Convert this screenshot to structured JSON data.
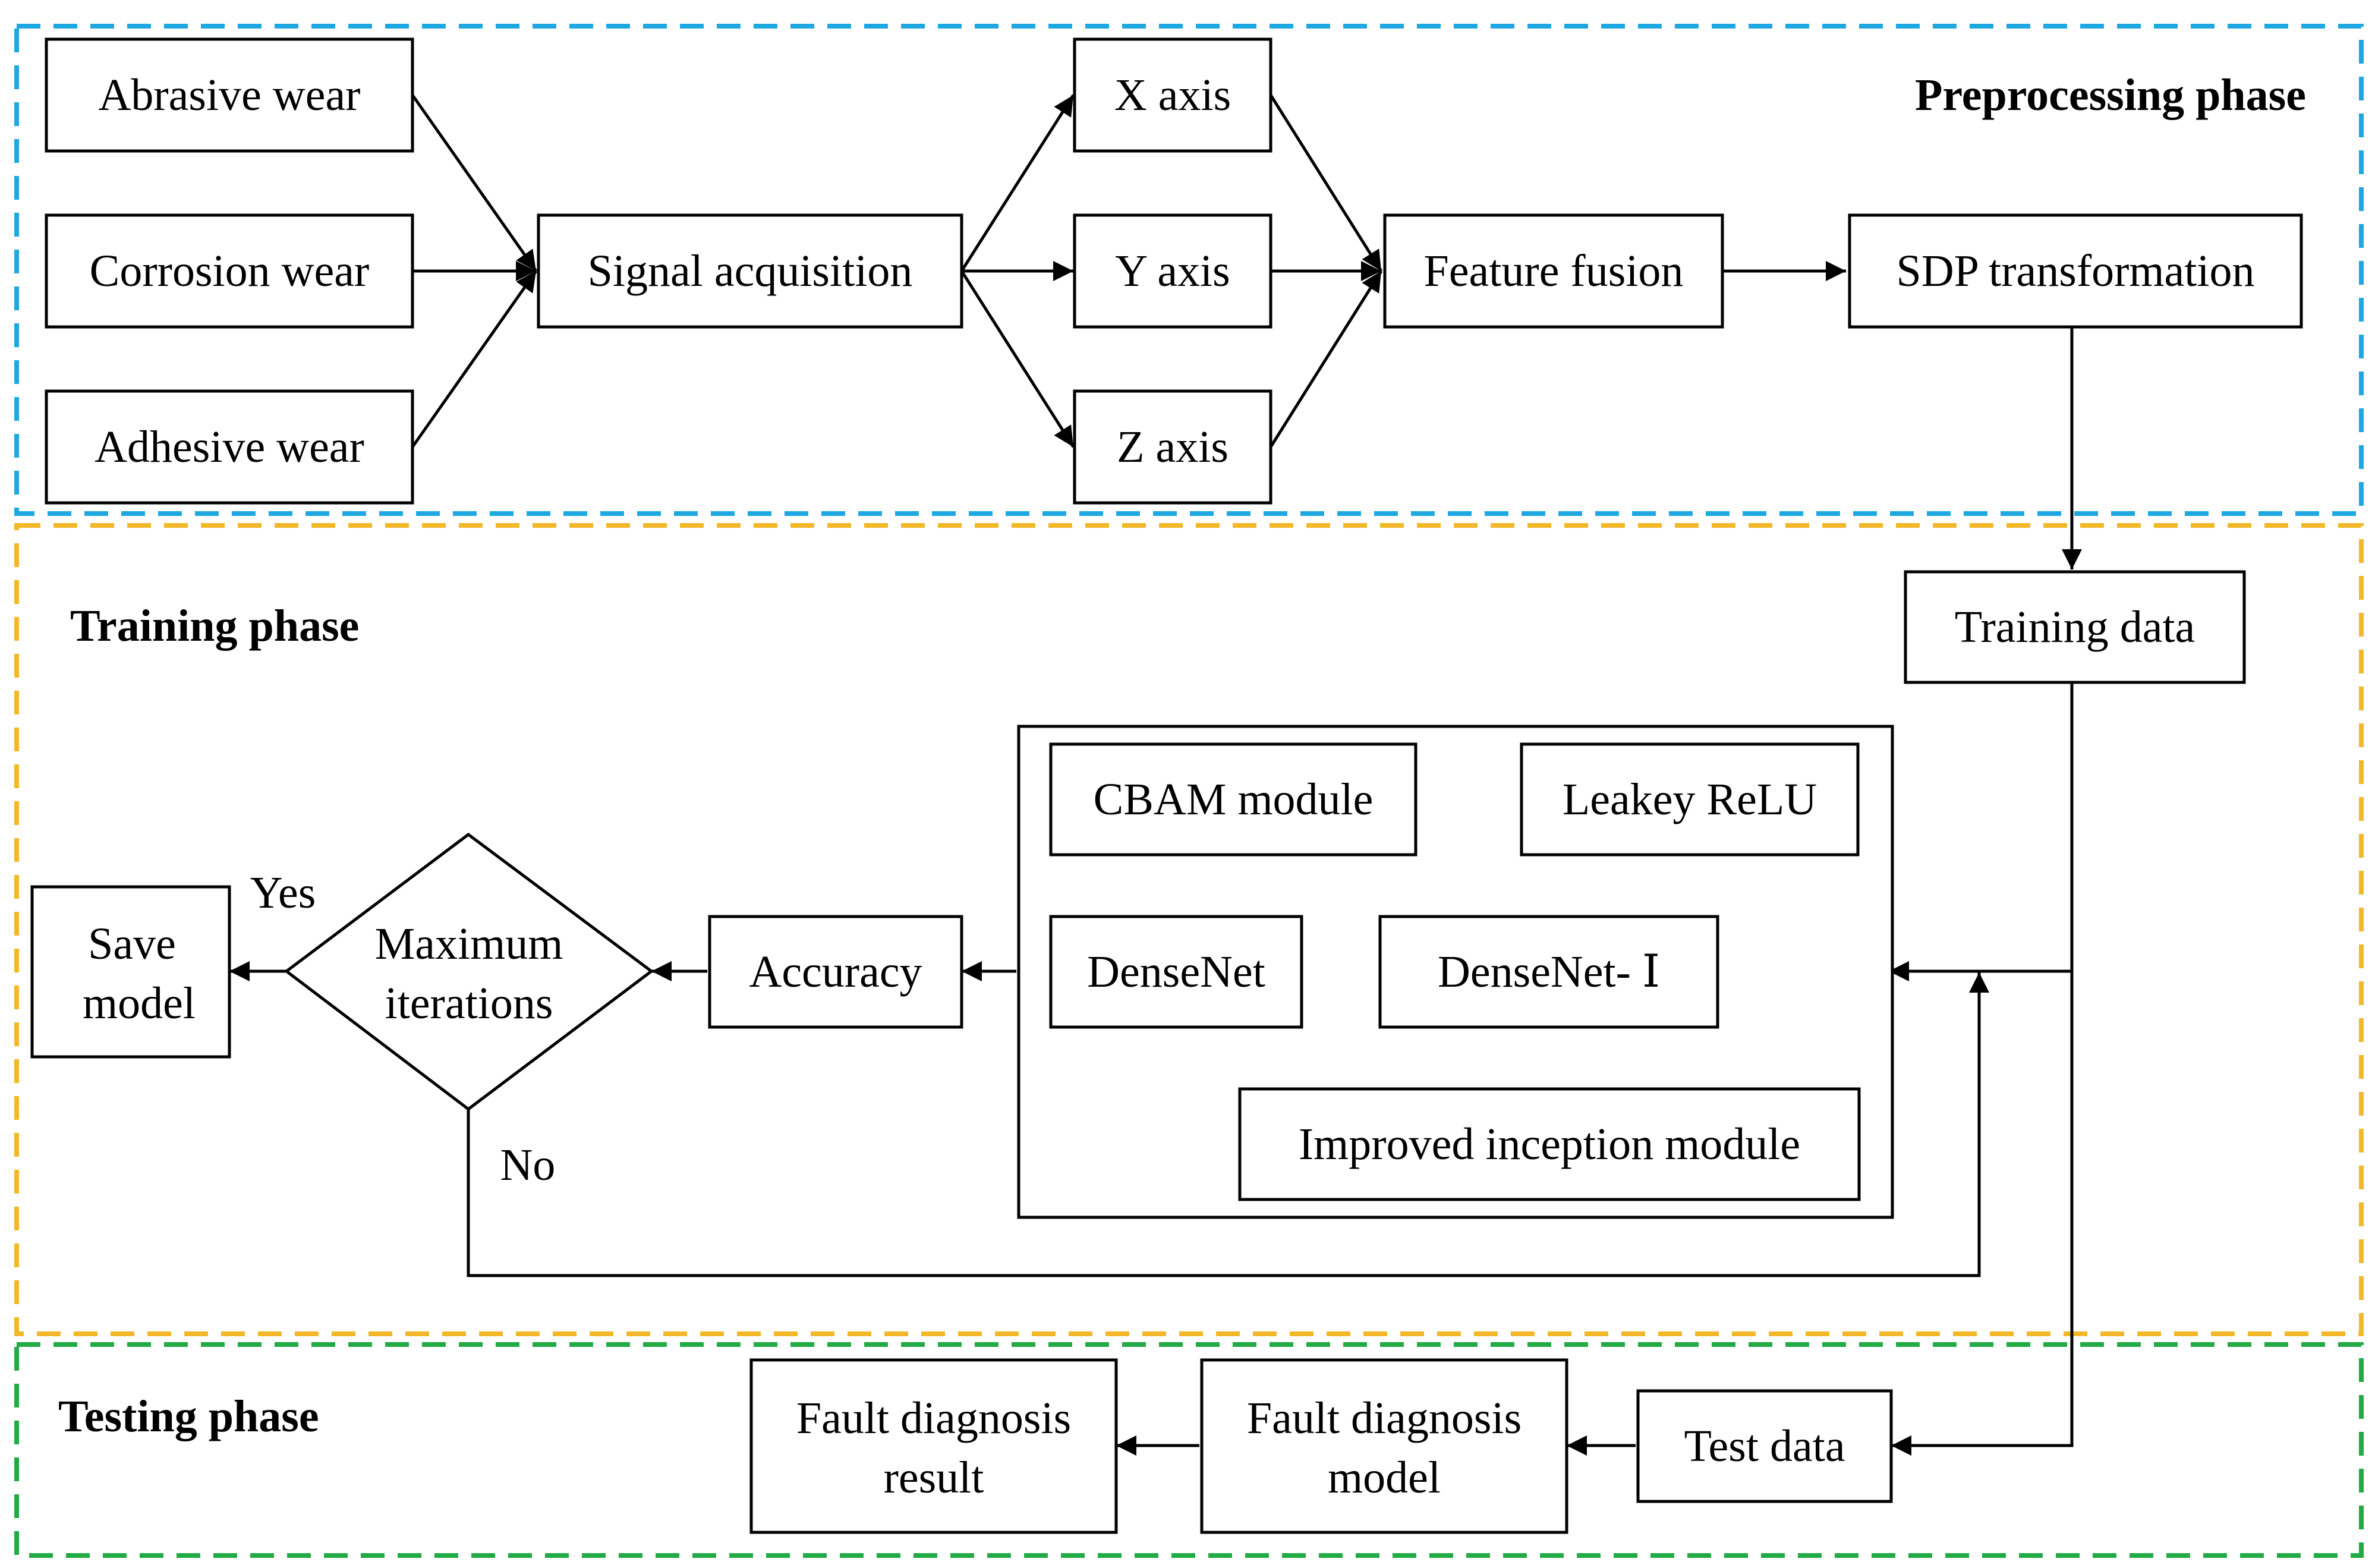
{
  "phases": {
    "preprocessing": "Preprocessing phase",
    "training": "Training phase",
    "testing": "Testing phase"
  },
  "phase_colors": {
    "preprocessing": "#1EA7E1",
    "training": "#F2B82A",
    "testing": "#22AA44"
  },
  "nodes": {
    "abrasive_wear": "Abrasive wear",
    "corrosion_wear": "Corrosion wear",
    "adhesive_wear": "Adhesive wear",
    "signal_acquisition": "Signal acquisition",
    "x_axis": "X axis",
    "y_axis": "Y axis",
    "z_axis": "Z axis",
    "feature_fusion": "Feature fusion",
    "sdp_transformation": "SDP transformation",
    "training_data": "Training data",
    "cbam_module": "CBAM module",
    "leakey_relu": "Leakey ReLU",
    "densenet": "DenseNet",
    "densenet_i": "DenseNet- Ⅰ",
    "improved_inception": "Improved inception module",
    "accuracy": "Accuracy",
    "max_iterations": [
      "Maximum",
      "iterations"
    ],
    "save_model": [
      "Save",
      "model"
    ],
    "test_data": "Test data",
    "fault_diagnosis_model": [
      "Fault diagnosis",
      "model"
    ],
    "fault_diagnosis_result": [
      "Fault diagnosis",
      "result"
    ]
  },
  "edge_labels": {
    "yes": "Yes",
    "no": "No"
  }
}
